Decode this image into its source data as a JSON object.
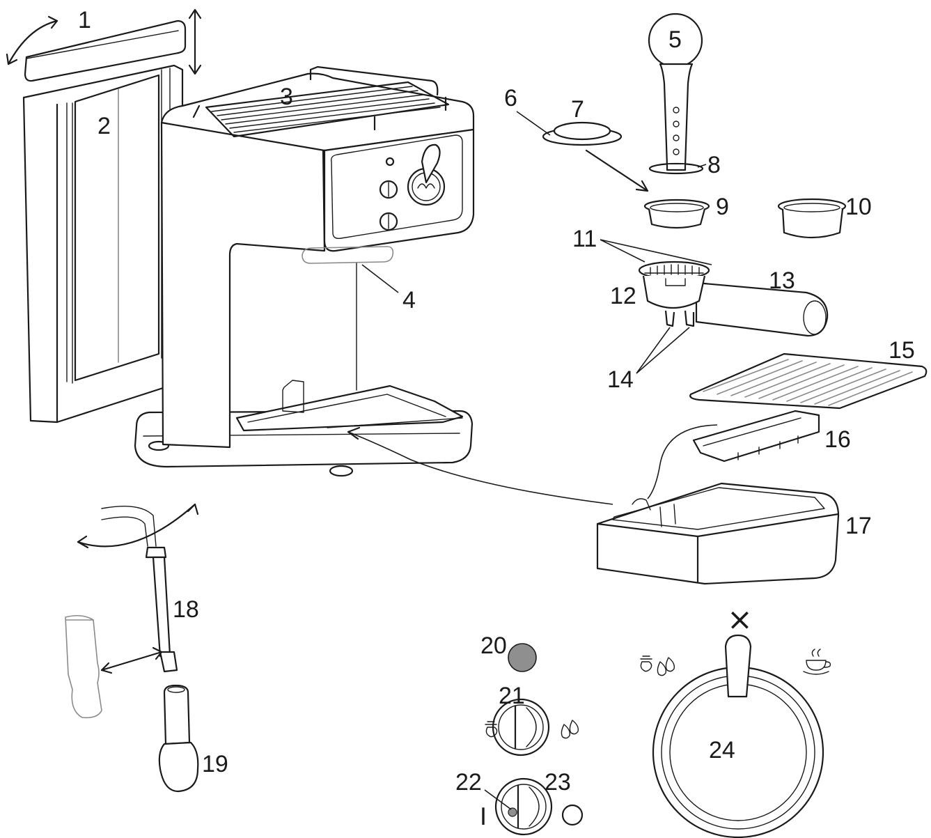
{
  "labels": {
    "l1": "1",
    "l2": "2",
    "l3": "3",
    "l4": "4",
    "l5": "5",
    "l6": "6",
    "l7": "7",
    "l8": "8",
    "l9": "9",
    "l10": "10",
    "l11": "11",
    "l12": "12",
    "l13": "13",
    "l14": "14",
    "l15": "15",
    "l16": "16",
    "l17": "17",
    "l18": "18",
    "l19": "19",
    "l20": "20",
    "l21": "21",
    "l22": "22",
    "l23": "23",
    "l24": "24"
  },
  "panel": {
    "switch_on_mark": "I",
    "off_mark": "×"
  },
  "colors": {
    "line": "#1a1a1a",
    "indicator_light": "#8f8f8f"
  },
  "icons": {
    "steam": "steam-icon",
    "hot_water": "water-drops-icon",
    "coffee": "coffee-cup-icon"
  }
}
